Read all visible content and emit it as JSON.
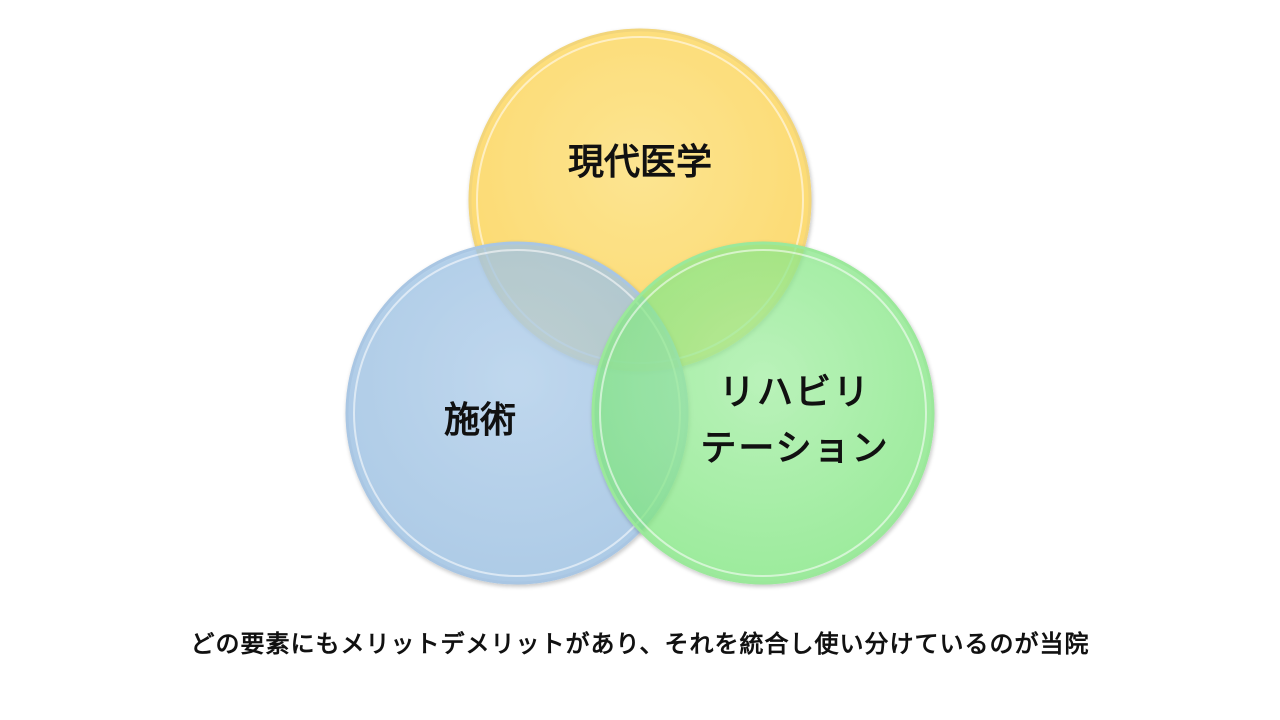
{
  "diagram": {
    "circles": [
      {
        "id": "modern",
        "label_lines": [
          "現代医学"
        ],
        "color": "#FFD966"
      },
      {
        "id": "treatment",
        "label_lines": [
          "施術"
        ],
        "color": "#9DC3E6"
      },
      {
        "id": "rehab",
        "label_lines": [
          "リハビリ",
          "テーション"
        ],
        "color": "#8CF08C"
      }
    ]
  },
  "caption": "どの要素にもメリットデメリットがあり、それを統合し使い分けているのが当院"
}
